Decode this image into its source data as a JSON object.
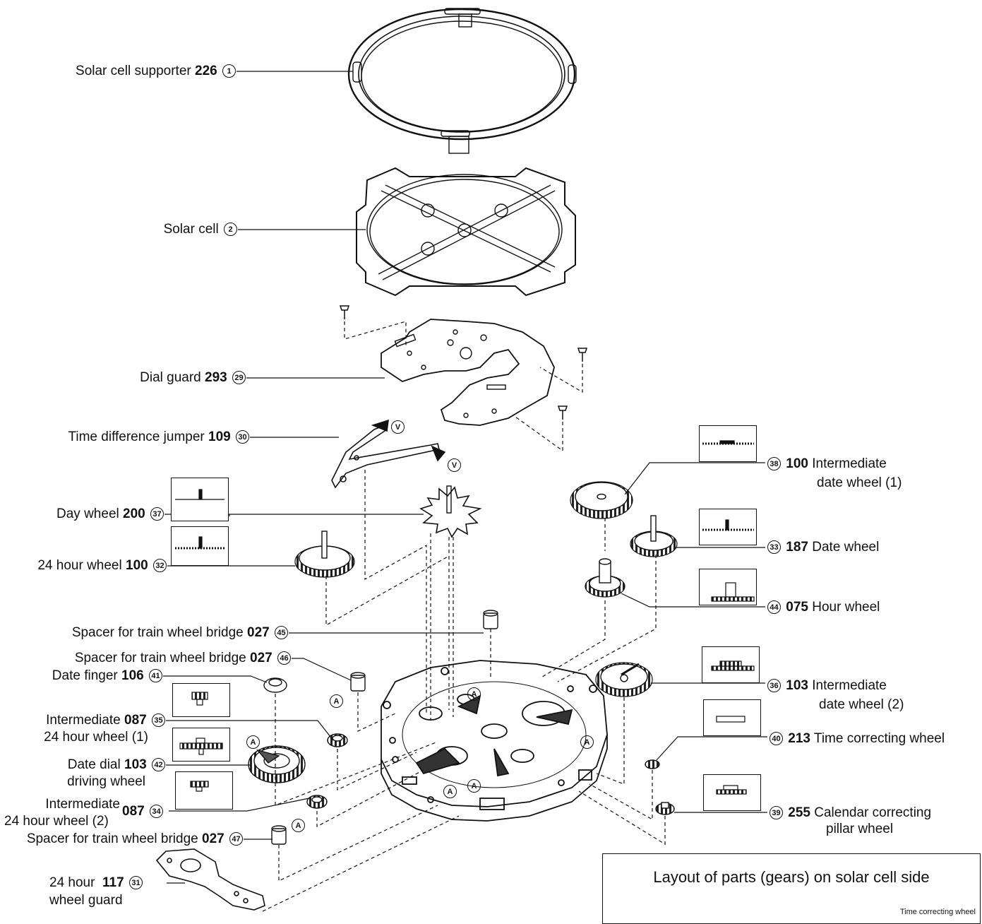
{
  "labels": {
    "solar_cell_supporter": {
      "name": "Solar cell supporter",
      "code": "226",
      "num": "1"
    },
    "solar_cell": {
      "name": "Solar cell",
      "num": "2"
    },
    "dial_guard": {
      "name": "Dial guard",
      "code": "293",
      "num": "29"
    },
    "time_diff_jumper": {
      "name": "Time difference jumper",
      "code": "109",
      "num": "30"
    },
    "day_wheel": {
      "name": "Day wheel",
      "code": "200",
      "num": "37"
    },
    "hour24_wheel": {
      "name": "24 hour wheel",
      "code": "100",
      "num": "32"
    },
    "spacer_45": {
      "name": "Spacer for train wheel bridge",
      "code": "027",
      "num": "45"
    },
    "spacer_46": {
      "name": "Spacer for train wheel bridge",
      "code": "027",
      "num": "46"
    },
    "date_finger": {
      "name": "Date finger",
      "code": "106",
      "num": "41"
    },
    "intermediate_24_1": {
      "name_line1": "Intermediate",
      "code": "087",
      "name_line2": "24 hour wheel (1)",
      "num": "35"
    },
    "date_dial_driving": {
      "name_line1": "Date dial",
      "code": "103",
      "name_line2": "driving wheel",
      "num": "42"
    },
    "intermediate_24_2": {
      "name_line1": "Intermediate",
      "code": "087",
      "name_line2": "24 hour wheel (2)",
      "num": "34"
    },
    "spacer_47": {
      "name": "Spacer for train wheel bridge",
      "code": "027",
      "num": "47"
    },
    "hour24_guard": {
      "name_line1": "24 hour",
      "code": "117",
      "name_line2": "wheel guard",
      "num": "31"
    },
    "intermediate_date_1": {
      "num": "38",
      "code": "100",
      "name_line1": "Intermediate",
      "name_line2": "date wheel (1)"
    },
    "date_wheel": {
      "num": "33",
      "code": "187",
      "name": "Date wheel"
    },
    "hour_wheel": {
      "num": "44",
      "code": "075",
      "name": "Hour wheel"
    },
    "intermediate_date_2": {
      "num": "36",
      "code": "103",
      "name_line1": "Intermediate",
      "name_line2": "date wheel (2)"
    },
    "time_correcting_wheel": {
      "num": "40",
      "code": "213",
      "name": "Time correcting wheel"
    },
    "calendar_correcting": {
      "num": "39",
      "code": "255",
      "name_line1": "Calendar correcting",
      "name_line2": "pillar wheel"
    }
  },
  "markers": {
    "a": "A",
    "v": "V"
  },
  "layout_box": {
    "title": "Layout of parts (gears) on solar cell side",
    "callout": "Time correcting wheel"
  }
}
